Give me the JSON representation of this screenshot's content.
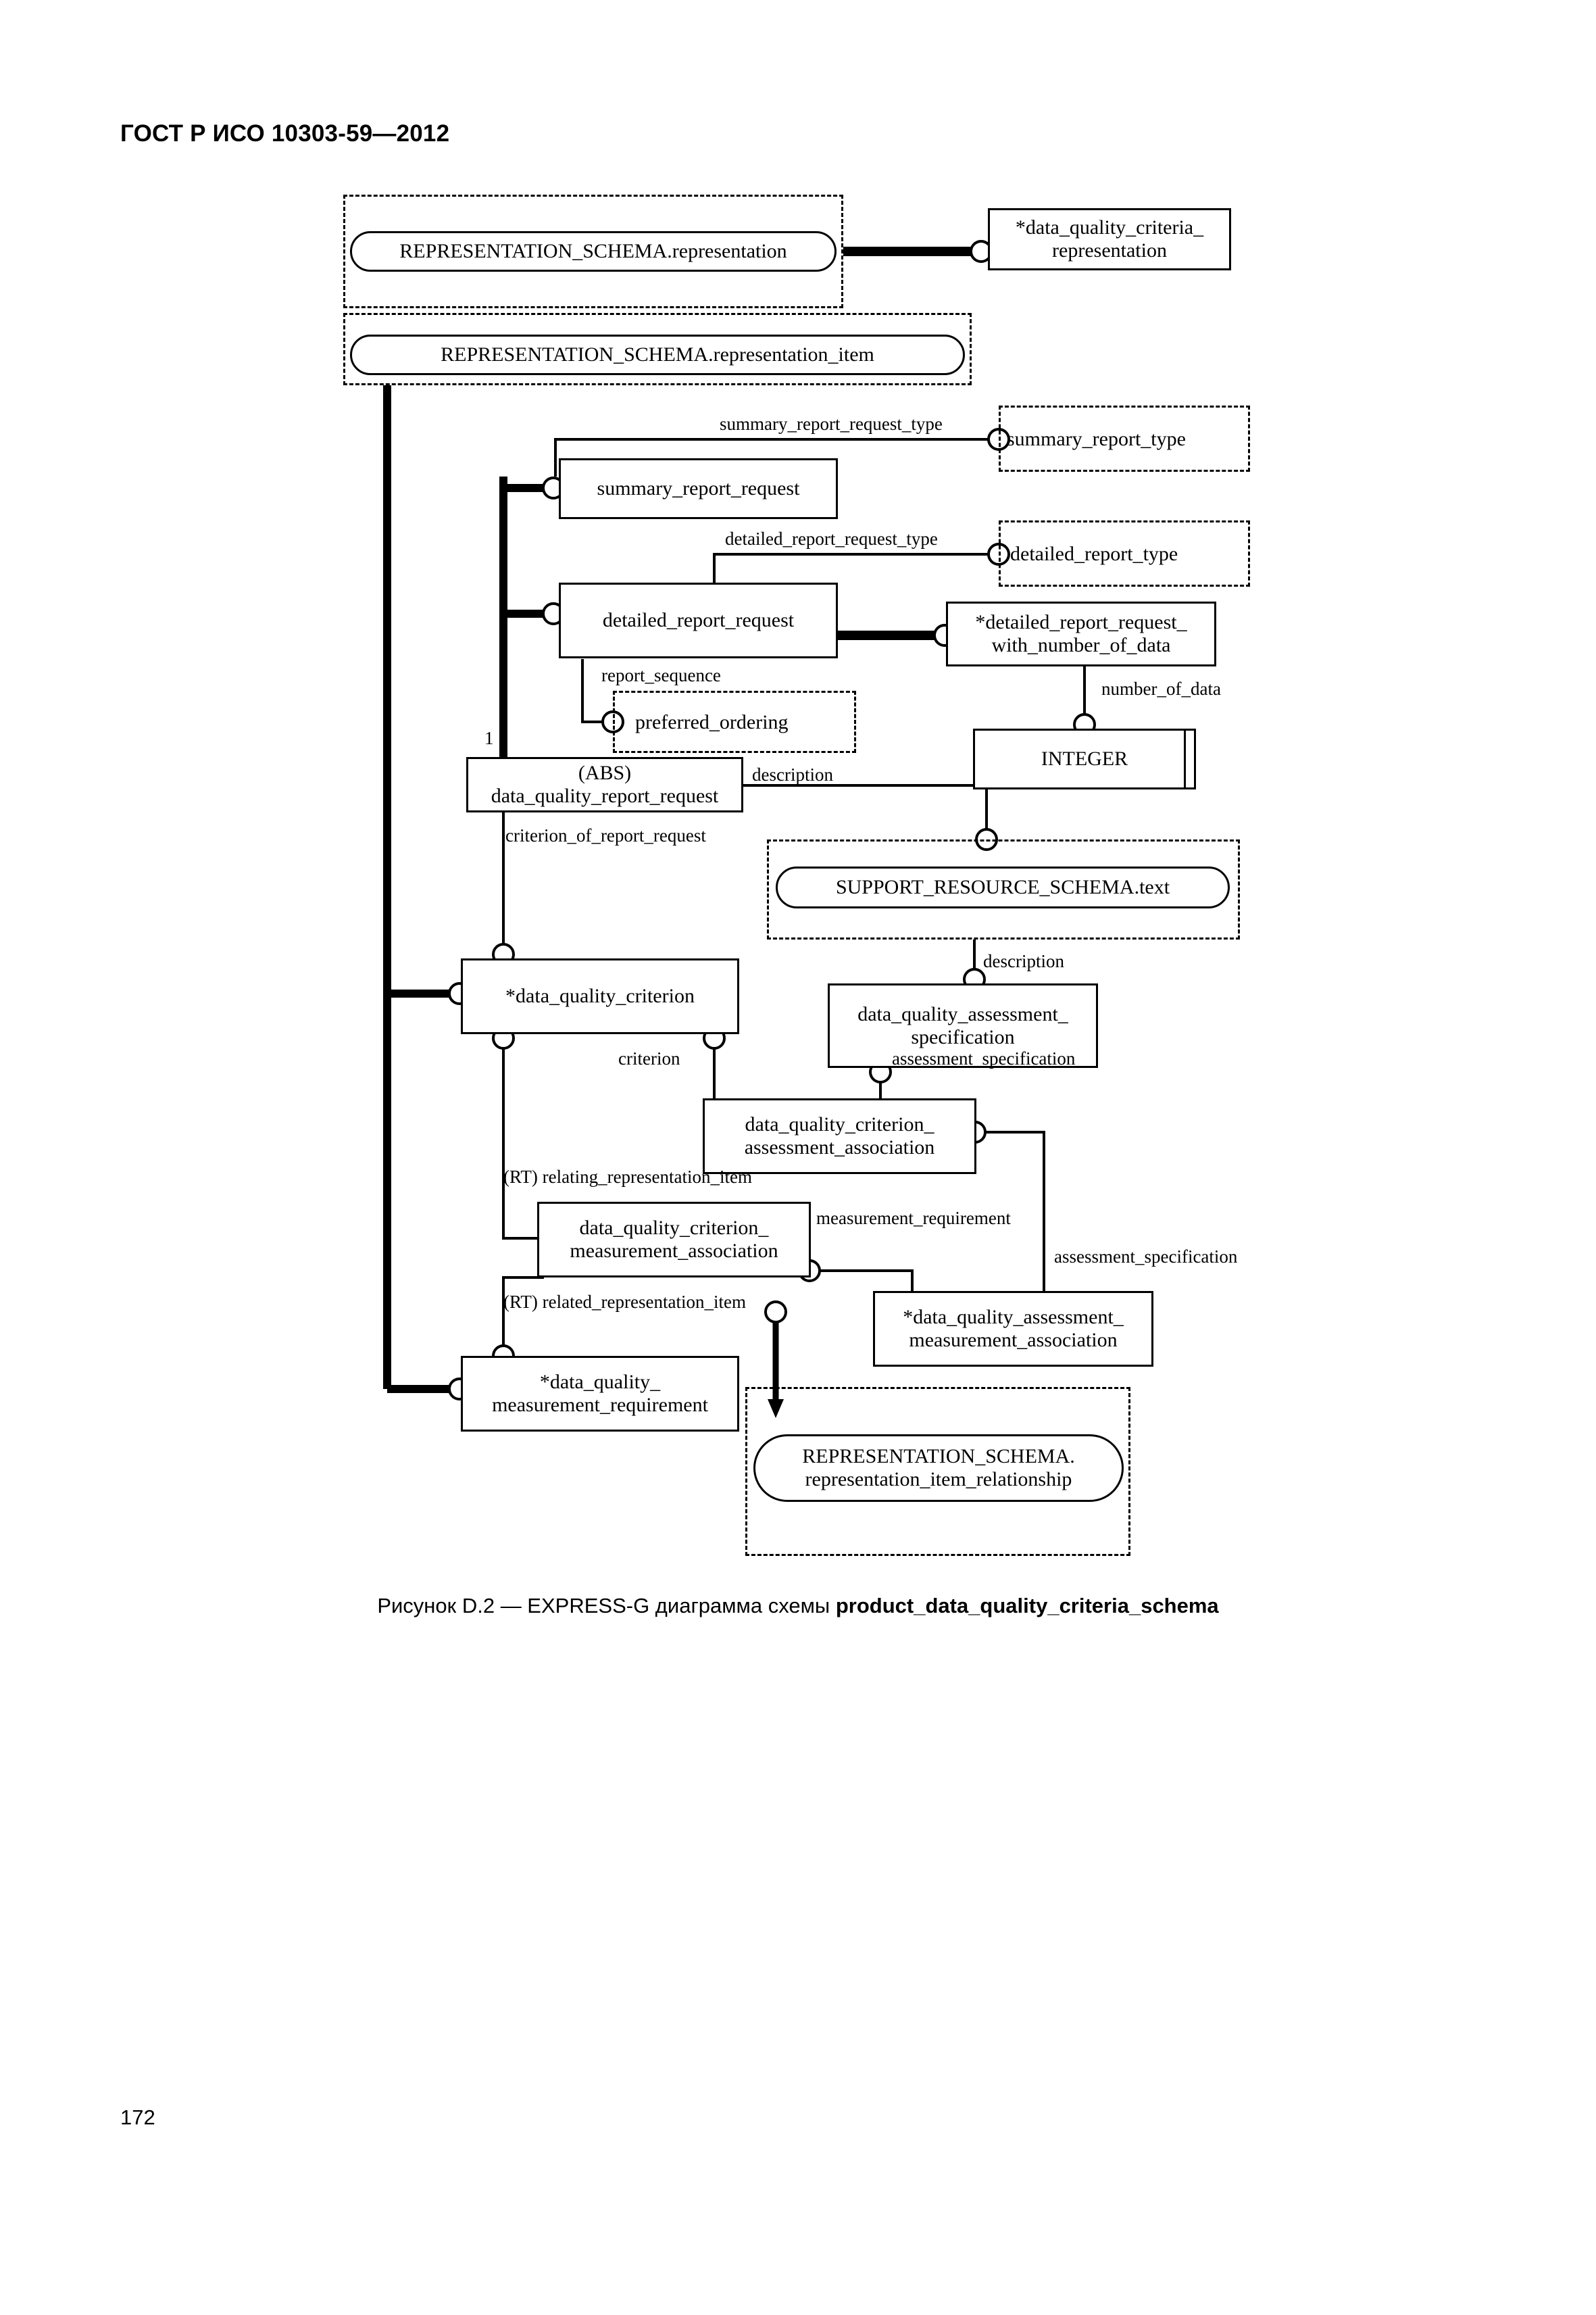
{
  "page": {
    "header": "ГОСТ Р ИСО 10303-59—2012",
    "number": "172",
    "caption_prefix": "Рисунок D.2 — EXPRESS-G диаграмма схемы ",
    "caption_schema": "product_data_quality_criteria_schema"
  },
  "diagram": {
    "type": "EXPRESS-G",
    "schema_name": "product_data_quality_criteria_schema",
    "entities": [
      {
        "id": "representation_schema_representation",
        "label": "REPRESENTATION_SCHEMA.representation",
        "kind": "schema-reference"
      },
      {
        "id": "data_quality_criteria_representation",
        "label": "*data_quality_criteria_\nrepresentation",
        "kind": "entity"
      },
      {
        "id": "representation_schema_representation_item",
        "label": "REPRESENTATION_SCHEMA.representation_item",
        "kind": "schema-reference"
      },
      {
        "id": "summary_report_request",
        "label": "summary_report_request",
        "kind": "entity"
      },
      {
        "id": "summary_report_type",
        "label": "summary_report_type",
        "kind": "defined-type"
      },
      {
        "id": "detailed_report_request",
        "label": "detailed_report_request",
        "kind": "entity"
      },
      {
        "id": "detailed_report_type",
        "label": "detailed_report_type",
        "kind": "defined-type"
      },
      {
        "id": "detailed_report_request_with_number_of_data",
        "label": "*detailed_report_request_\nwith_number_of_data",
        "kind": "entity"
      },
      {
        "id": "preferred_ordering",
        "label": "preferred_ordering",
        "kind": "defined-type"
      },
      {
        "id": "integer",
        "label": "INTEGER",
        "kind": "simple-type"
      },
      {
        "id": "data_quality_report_request",
        "label": "(ABS)\ndata_quality_report_request",
        "kind": "abstract-entity"
      },
      {
        "id": "support_resource_schema_text",
        "label": "SUPPORT_RESOURCE_SCHEMA.text",
        "kind": "schema-reference"
      },
      {
        "id": "data_quality_criterion",
        "label": "*data_quality_criterion",
        "kind": "entity"
      },
      {
        "id": "data_quality_assessment_specification",
        "label": "data_quality_assessment_\nspecification",
        "kind": "entity"
      },
      {
        "id": "data_quality_criterion_assessment_association",
        "label": "data_quality_criterion_\nassessment_association",
        "kind": "entity"
      },
      {
        "id": "data_quality_criterion_measurement_association",
        "label": "data_quality_criterion_\nmeasurement_association",
        "kind": "entity"
      },
      {
        "id": "data_quality_assessment_measurement_association",
        "label": "*data_quality_assessment_\nmeasurement_association",
        "kind": "entity"
      },
      {
        "id": "data_quality_measurement_requirement",
        "label": "*data_quality_\nmeasurement_requirement",
        "kind": "entity"
      },
      {
        "id": "representation_schema_representation_item_relationship",
        "label": "REPRESENTATION_SCHEMA.\nrepresentation_item_relationship",
        "kind": "schema-reference"
      }
    ],
    "relationship_labels": [
      {
        "id": "summary_report_request_type",
        "text": "summary_report_request_type"
      },
      {
        "id": "detailed_report_request_type",
        "text": "detailed_report_request_type"
      },
      {
        "id": "report_sequence",
        "text": "report_sequence"
      },
      {
        "id": "number_of_data",
        "text": "number_of_data"
      },
      {
        "id": "description_report_request",
        "text": "description"
      },
      {
        "id": "criterion_of_report_request",
        "text": "criterion_of_report_request"
      },
      {
        "id": "description_assessment_spec",
        "text": "description"
      },
      {
        "id": "criterion",
        "text": "criterion"
      },
      {
        "id": "assessment_specification_top",
        "text": "assessment_specification"
      },
      {
        "id": "relating_representation_item",
        "text": "(RT) relating_representation_item"
      },
      {
        "id": "measurement_requirement",
        "text": "measurement_requirement"
      },
      {
        "id": "assessment_specification_right",
        "text": "assessment_specification"
      },
      {
        "id": "related_representation_item",
        "text": "(RT) related_representation_item"
      },
      {
        "id": "supertype_count_1",
        "text": "1"
      }
    ]
  }
}
